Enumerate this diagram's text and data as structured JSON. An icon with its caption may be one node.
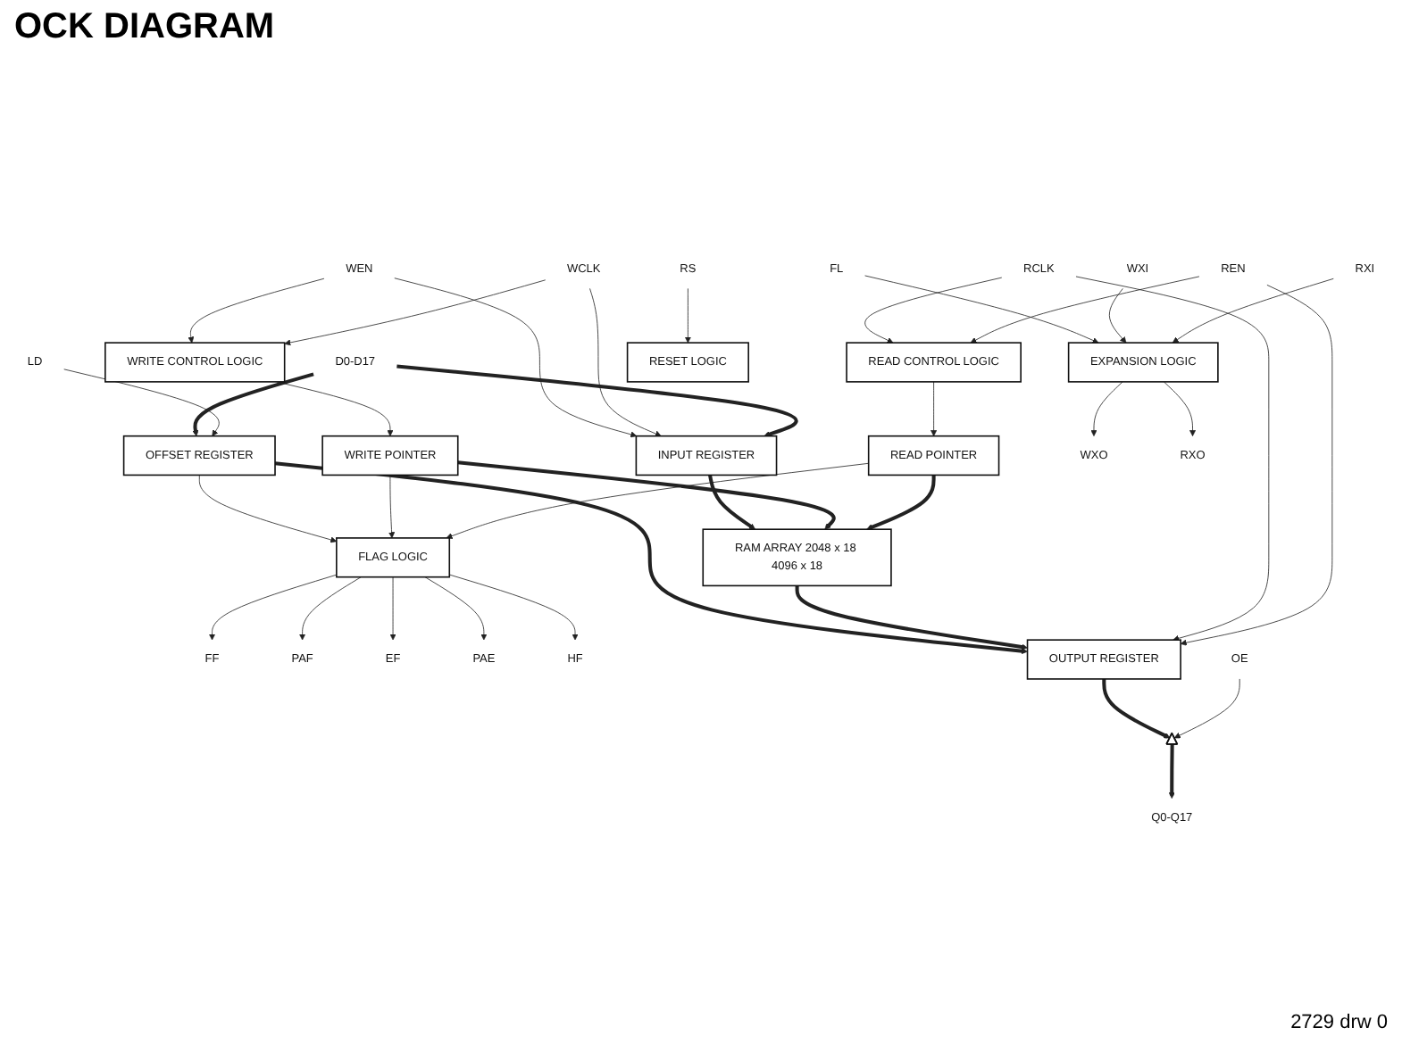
{
  "diagram": {
    "title": "OCK DIAGRAM",
    "nodes": [
      {
        "text": [
          "WEN"
        ]
      },
      {
        "text": [
          "WCLK"
        ]
      },
      {
        "text": [
          "D0-D17"
        ]
      },
      {
        "text": [
          "LD"
        ]
      },
      {
        "text": [
          "INPUT REGISTER"
        ]
      },
      {
        "text": [
          "OFFSET REGISTER"
        ]
      },
      {
        "text": [
          "WRITE CONTROL LOGIC"
        ]
      },
      {
        "text": [
          "RAM ARRAY 2048 x 18 4096 x 18"
        ]
      },
      {
        "text": [
          "FLAG LOGIC"
        ]
      },
      {
        "text": [
          "FF"
        ]
      },
      {
        "text": [
          "PAF"
        ]
      },
      {
        "text": [
          "EF"
        ]
      },
      {
        "text": [
          "PAE"
        ]
      },
      {
        "text": [
          "HF"
        ]
      },
      {
        "text": [
          "WRITE POINTER"
        ]
      },
      {
        "text": [
          "READ POINTER"
        ]
      },
      {
        "text": [
          "FL"
        ]
      },
      {
        "text": [
          "WXI"
        ]
      },
      {
        "text": [
          "WXO"
        ]
      },
      {
        "text": [
          "RXI"
        ]
      },
      {
        "text": [
          "RXO"
        ]
      },
      {
        "text": [
          "EXPANSION LOGIC"
        ]
      },
      {
        "text": [
          "READ CONTROL LOGIC"
        ]
      },
      {
        "text": [
          "OUTPUT REGISTER"
        ]
      },
      {
        "text": [
          "RS"
        ]
      },
      {
        "text": [
          "RESET LOGIC"
        ]
      },
      {
        "text": [],
        "shape": "triangle"
      },
      {
        "text": [
          "OE"
        ]
      },
      {
        "text": [
          "Q0-Q17"
        ]
      },
      {
        "text": [
          "RCLK"
        ]
      },
      {
        "text": [
          "REN"
        ]
      }
    ],
    "edges": [
      {
        "from": 0,
        "to": 6,
        "arrow": "to"
      },
      {
        "from": 0,
        "to": 4,
        "arrow": "to"
      },
      {
        "from": 1,
        "to": 6,
        "arrow": "to"
      },
      {
        "from": 1,
        "to": 4,
        "arrow": "to"
      },
      {
        "from": 2,
        "to": 4,
        "arrow": "to",
        "style": "thick"
      },
      {
        "from": 2,
        "to": 5,
        "arrow": "to",
        "style": "thick"
      },
      {
        "from": 3,
        "to": 5,
        "arrow": "to"
      },
      {
        "from": 4,
        "to": 7,
        "arrow": "to",
        "style": "thick"
      },
      {
        "from": 5,
        "to": 8,
        "arrow": "to"
      },
      {
        "from": 5,
        "to": 23,
        "arrow": "to",
        "style": "thick"
      },
      {
        "from": 6,
        "to": 14,
        "arrow": "to"
      },
      {
        "from": 14,
        "to": 8,
        "arrow": "to"
      },
      {
        "from": 14,
        "to": 7,
        "arrow": "to",
        "style": "thick"
      },
      {
        "from": 15,
        "to": 7,
        "arrow": "to",
        "style": "thick"
      },
      {
        "from": 15,
        "to": 8,
        "arrow": "to"
      },
      {
        "from": 22,
        "to": 15,
        "arrow": "to"
      },
      {
        "from": 8,
        "to": 9,
        "arrow": "to"
      },
      {
        "from": 8,
        "to": 10,
        "arrow": "to"
      },
      {
        "from": 8,
        "to": 11,
        "arrow": "to"
      },
      {
        "from": 8,
        "to": 12,
        "arrow": "to"
      },
      {
        "from": 8,
        "to": 13,
        "arrow": "to"
      },
      {
        "from": 16,
        "to": 21,
        "arrow": "to"
      },
      {
        "from": 17,
        "to": 21,
        "arrow": "to"
      },
      {
        "from": 21,
        "to": 18,
        "arrow": "to"
      },
      {
        "from": 19,
        "to": 21,
        "arrow": "to"
      },
      {
        "from": 21,
        "to": 20,
        "arrow": "to"
      },
      {
        "from": 24,
        "to": 25,
        "arrow": "to"
      },
      {
        "from": 7,
        "to": 23,
        "arrow": "to",
        "style": "thick"
      },
      {
        "from": 23,
        "to": 26,
        "arrow": "to",
        "style": "thick"
      },
      {
        "from": 26,
        "to": 28,
        "arrow": "to",
        "style": "thick"
      },
      {
        "from": 27,
        "to": 26,
        "arrow": "to"
      },
      {
        "from": 29,
        "to": 22,
        "arrow": "to"
      },
      {
        "from": 29,
        "to": 23,
        "arrow": "to"
      },
      {
        "from": 30,
        "to": 22,
        "arrow": "to"
      },
      {
        "from": 30,
        "to": 23,
        "arrow": "to"
      }
    ],
    "labels": [
      "2729 drw 0"
    ]
  }
}
